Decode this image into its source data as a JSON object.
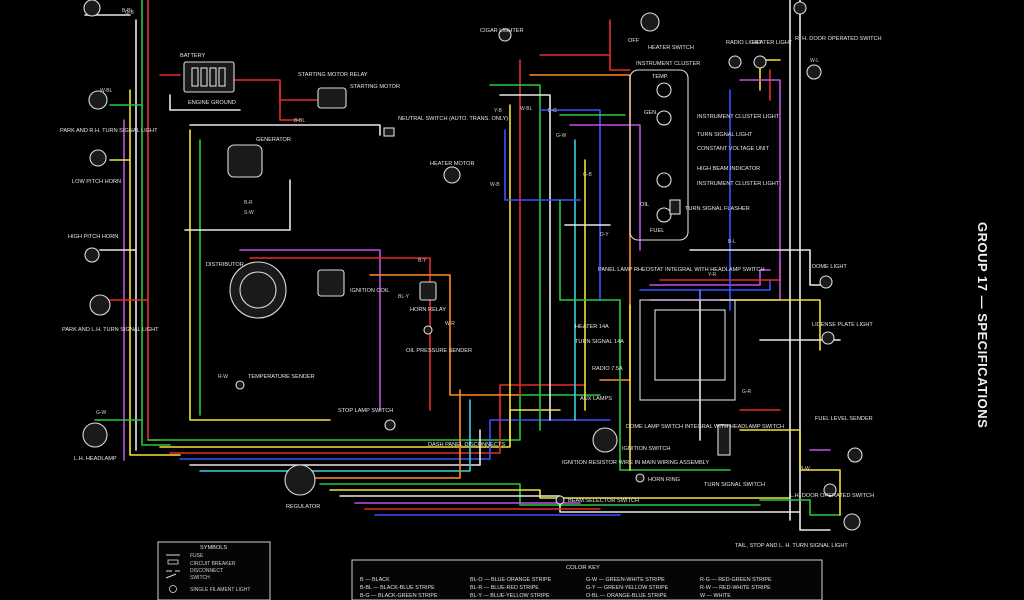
{
  "side_title": "GROUP 17 — SPECIFICATIONS",
  "labels": {
    "battery": "BATTERY",
    "starting_motor_relay": "STARTING MOTOR RELAY",
    "starting_motor": "STARTING MOTOR",
    "engine_ground": "ENGINE GROUND",
    "generator": "GENERATOR",
    "cigar_lighter": "CIGAR LIGHTER",
    "heater_switch_off": "OFF",
    "heater_switch": "HEATER SWITCH",
    "instrument_cluster": "INSTRUMENT CLUSTER",
    "temp": "TEMP.",
    "gen": "GEN.",
    "oil": "OIL",
    "fuel": "FUEL",
    "instrument_cluster_light_1": "INSTRUMENT CLUSTER LIGHT",
    "turn_signal_light": "TURN SIGNAL LIGHT",
    "constant_voltage_unit": "CONSTANT VOLTAGE UNIT",
    "high_beam_indicator": "HIGH BEAM INDICATOR",
    "instrument_cluster_light_2": "INSTRUMENT CLUSTER LIGHT",
    "turn_signal_flasher": "TURN SIGNAL FLASHER",
    "radio_light": "RADIO LIGHT",
    "heater_light": "HEATER LIGHT",
    "rh_door_switch": "R. H. DOOR OPERATED SWITCH",
    "park_rh_turn": "PARK AND R.H. TURN SIGNAL LIGHT",
    "low_pitch_horn": "LOW PITCH HORN",
    "high_pitch_horn": "HIGH PITCH HORN",
    "park_lh_turn": "PARK AND L.H. TURN SIGNAL LIGHT",
    "lh_headlamp": "L.H. HEADLAMP",
    "neutral_switch": "NEUTRAL SWITCH (AUTO. TRANS. ONLY)",
    "heater_motor": "HEATER MOTOR",
    "distributor": "DISTRIBUTOR",
    "ignition_coil": "IGNITION COIL",
    "horn_relay": "HORN RELAY",
    "oil_pressure_sender": "OIL PRESSURE SENDER",
    "temperature_sender": "TEMPERATURE SENDER",
    "stop_lamp_switch": "STOP LAMP SWITCH",
    "dash_panel_disconnects": "DASH PANEL DISCONNECTS",
    "regulator": "REGULATOR",
    "panel_lamp_rheostat": "PANEL LAMP RHEOSTAT INTEGRAL WITH HEADLAMP SWITCH",
    "heater_14a": "HEATER 14A",
    "turn_signal_14a": "TURN SIGNAL 14A",
    "radio_75a": "RADIO 7.5A",
    "aux_lamps": "AUX LAMPS",
    "dome_lamp_switch": "DOME LAMP SWITCH INTEGRAL WITH HEADLAMP SWITCH",
    "ignition_switch": "IGNITION SWITCH",
    "ignition_resistor": "IGNITION RESISTOR WIRE IN MAIN WIRING ASSEMBLY",
    "horn_ring": "HORN RING",
    "turn_signal_switch": "TURN SIGNAL SWITCH",
    "beam_selector": "BEAM SELECTOR SWITCH",
    "dome_light": "DOME LIGHT",
    "license_plate_light": "LICENSE PLATE LIGHT",
    "fuel_level_sender": "FUEL LEVEL SENDER",
    "lh_door_switch": "L.H. DOOR OPERATED SWITCH",
    "tail_stop_turn": "TAIL, STOP AND L. H. TURN SIGNAL LIGHT"
  },
  "wire_codes": [
    "B-BL",
    "W-BL",
    "B-BL",
    "B-R",
    "S-W",
    "G-B",
    "W-BL",
    "Y-B",
    "G-W",
    "B-G",
    "W-B",
    "B-L",
    "R-W",
    "W-R",
    "BL-Y",
    "G-B",
    "D-Y",
    "B-Y",
    "Y-R",
    "G-R",
    "W-L",
    "B-W",
    "G-W"
  ],
  "symbols": {
    "title": "SYMBOLS",
    "items": [
      "FUSE",
      "CIRCUIT BREAKER",
      "DISCONNECT",
      "SWITCH",
      "SINGLE FILAMENT LIGHT"
    ]
  },
  "color_key": {
    "title": "COLOR KEY",
    "entries": [
      "B — BLACK",
      "B-BL — BLACK-BLUE STRIPE",
      "B-G — BLACK-GREEN STRIPE",
      "BL-O — BLUE-ORANGE STRIPE",
      "BL-R — BLUE-RED STRIPE",
      "BL-Y — BLUE-YELLOW STRIPE",
      "G-W — GREEN-WHITE STRIPE",
      "G-Y — GREEN-YELLOW STRIPE",
      "O-BL — ORANGE-BLUE STRIPE",
      "R-G — RED-GREEN STRIPE",
      "R-W — RED-WHITE STRIPE",
      "W — WHITE"
    ]
  },
  "colors": {
    "background": "#000000",
    "red": "#e52b2b",
    "green": "#27c93f",
    "blue": "#3a52ff",
    "yellow": "#f2e23a",
    "white": "#e8e8e8",
    "orange": "#ff8a2a",
    "magenta": "#c050e6",
    "cyan": "#38d0e0",
    "pink": "#ff7aa0"
  }
}
